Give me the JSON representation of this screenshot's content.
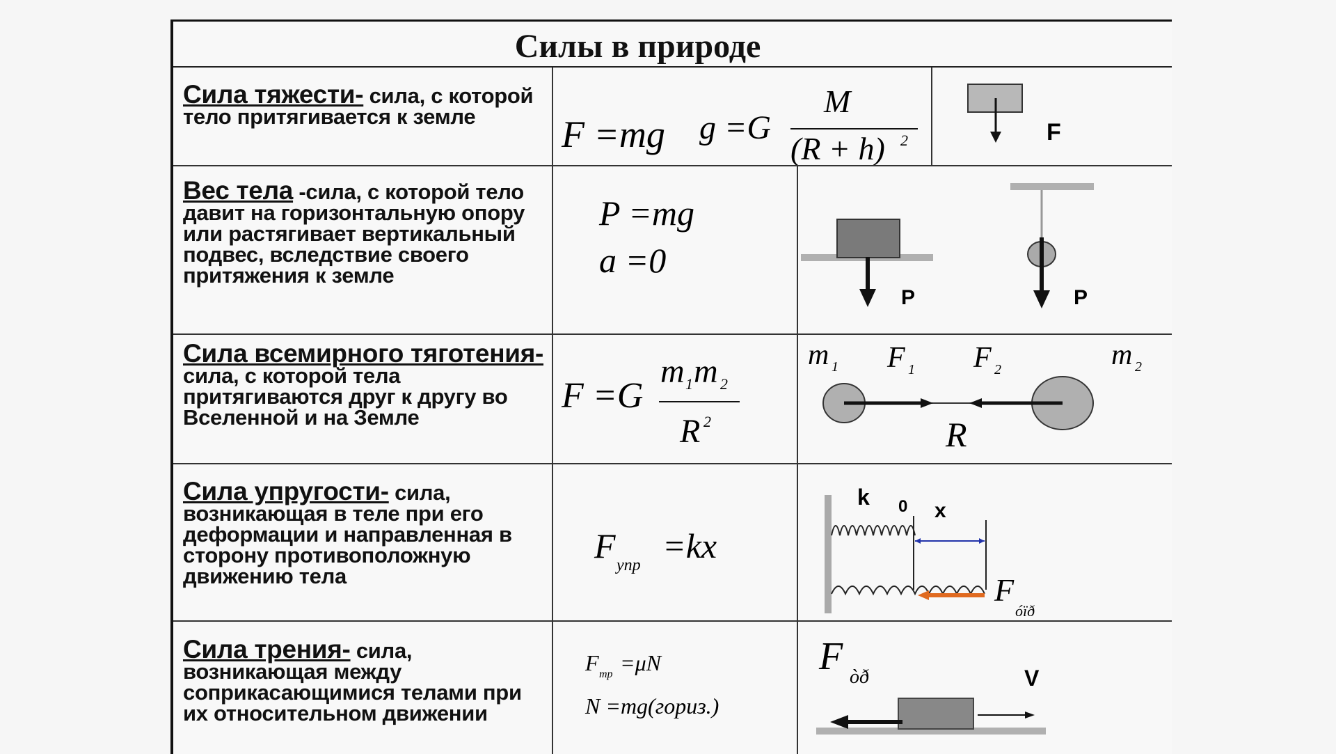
{
  "page": {
    "title": "Силы в природе"
  },
  "rows": [
    {
      "name": "Сила тяжести-",
      "text": " сила, с которой тело притягивается к земле",
      "formula": {
        "f1": "F =mg",
        "g_lhs": "g =G",
        "num": "M",
        "den": "(R + h)",
        "den_exp": "2"
      },
      "labels": {
        "force": "F"
      }
    },
    {
      "name": "Вес тела",
      "text": " -сила, с которой тело давит на горизонтальную опору или растягивает вертикальный подвес, вследствие своего притяжения к земле",
      "formula": {
        "line1": "P =mg",
        "line2": "a =0"
      },
      "labels": {
        "p1": "P",
        "p2": "P"
      }
    },
    {
      "name": "Сила всемирного тяготения-",
      "text": " сила, с которой тела притягиваются друг к другу во Вселенной и на Земле",
      "formula": {
        "lhs": "F =G",
        "num_m": "m",
        "num_s1": "1",
        "num_m2": "m",
        "num_s2": "2",
        "den": "R",
        "den_exp": "2"
      },
      "labels": {
        "m": "m",
        "s1": "1",
        "s2": "2",
        "f": "F",
        "r": "R"
      }
    },
    {
      "name": "Сила упругости-",
      "text": " сила, возникающая в теле при его деформации и направленная в сторону противоположную движению тела",
      "formula": {
        "f": "F",
        "sub": "упр",
        "rhs": "=kx"
      },
      "labels": {
        "k": "k",
        "zero": "0",
        "x": "x",
        "f": "F",
        "sub": "óïð"
      }
    },
    {
      "name": "Сила трения-",
      "text": " сила, возникающая между соприкасающимися телами при их относительном движении",
      "formula": {
        "f": "F",
        "sub": "тр",
        "rhs1": "=μN",
        "line2": "N =mg(гориз.)"
      },
      "labels": {
        "f": "F",
        "sub": "òð",
        "v": "V"
      }
    }
  ]
}
